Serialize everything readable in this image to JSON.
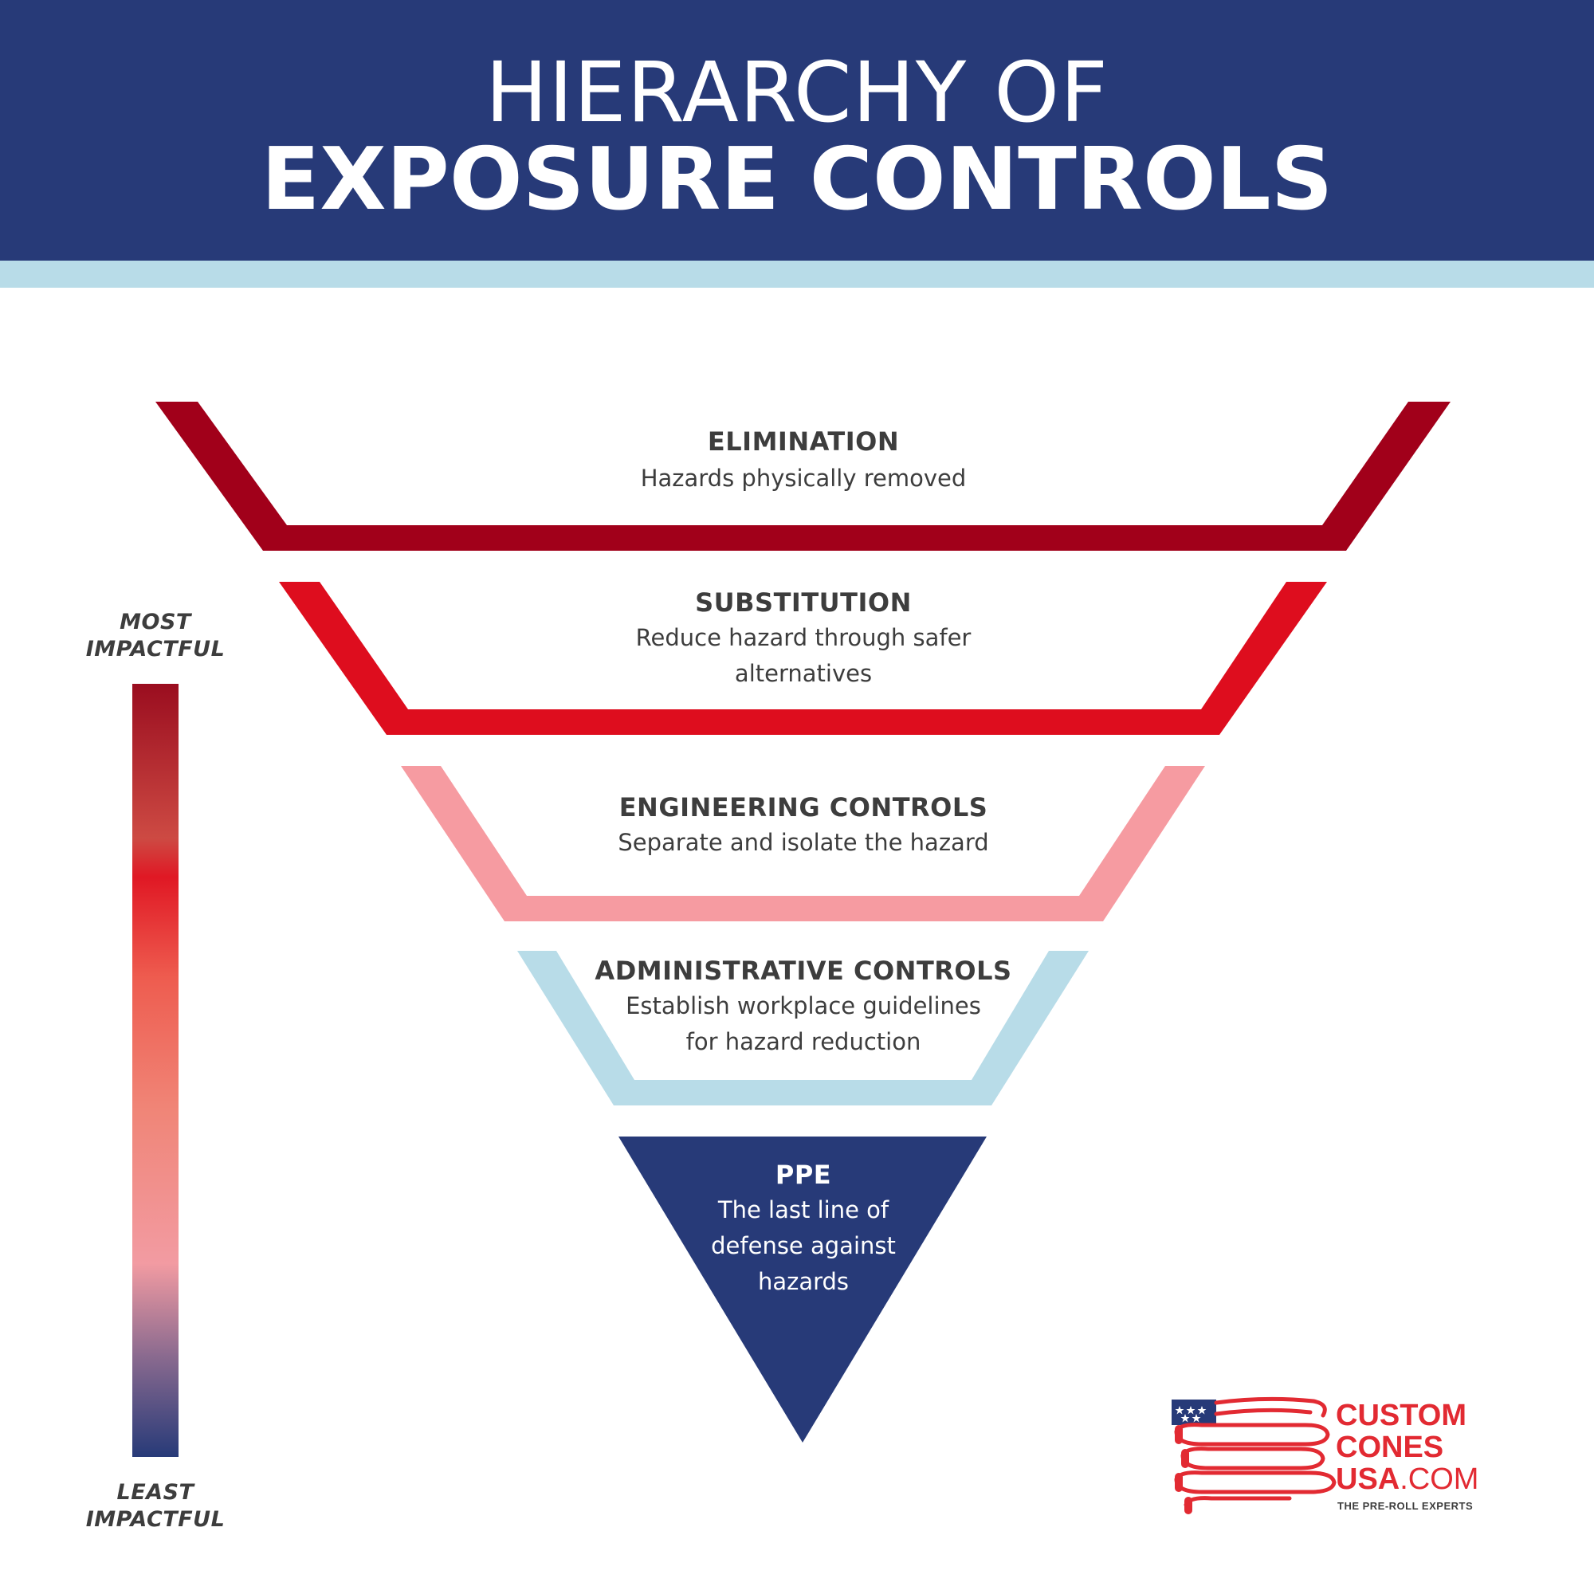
{
  "header": {
    "title_line1": "HIERARCHY OF",
    "title_line2": "EXPOSURE CONTROLS"
  },
  "colors": {
    "navy": "#273a78",
    "light_blue": "#b8dce8",
    "dark_red": "#a1001a",
    "red": "#de0d1e",
    "pink": "#f69ba1",
    "text_dark": "#3d3d3d"
  },
  "levels": [
    {
      "title": "ELIMINATION",
      "desc_lines": [
        "Hazards physically removed"
      ]
    },
    {
      "title": "SUBSTITUTION",
      "desc_lines": [
        "Reduce hazard through safer",
        "alternatives"
      ]
    },
    {
      "title": "ENGINEERING CONTROLS",
      "desc_lines": [
        "Separate and isolate the hazard"
      ]
    },
    {
      "title": "ADMINISTRATIVE CONTROLS",
      "desc_lines": [
        "Establish workplace guidelines",
        "for hazard reduction"
      ]
    },
    {
      "title": "PPE",
      "desc_lines": [
        "The last line of",
        "defense against",
        "hazards"
      ]
    }
  ],
  "scale": {
    "top_label_line1": "MOST",
    "top_label_line2": "IMPACTFUL",
    "bottom_label_line1": "LEAST",
    "bottom_label_line2": "IMPACTFUL"
  },
  "logo": {
    "line1": "CUSTOM",
    "line2": "CONES",
    "line3_main": "USA",
    "line3_suffix": ".COM",
    "tagline": "THE PRE-ROLL EXPERTS",
    "icon": "flag-cones-icon"
  }
}
